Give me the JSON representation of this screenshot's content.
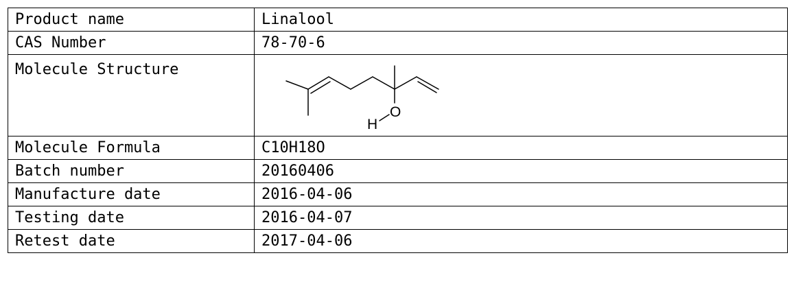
{
  "rows": [
    {
      "label": "Product name",
      "value": "Linalool"
    },
    {
      "label": "CAS Number",
      "value": "78-70-6"
    },
    {
      "label": "Molecule Structure",
      "value": ""
    },
    {
      "label": "Molecule Formula",
      "value": "C10H18O"
    },
    {
      "label": "Batch number",
      "value": "20160406"
    },
    {
      "label": "Manufacture date",
      "value": "2016-04-06"
    },
    {
      "label": "Testing date",
      "value": "2016-04-07"
    },
    {
      "label": "Retest date",
      "value": "2017-04-06"
    }
  ],
  "structure": {
    "atom_h": "H",
    "atom_o": "O"
  }
}
